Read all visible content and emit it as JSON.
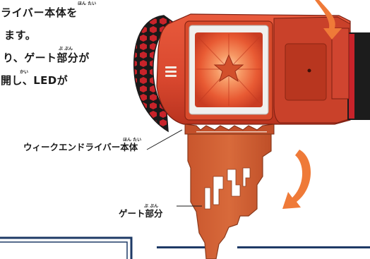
{
  "instructions": {
    "line1": "ライバー本体を",
    "line1_ruby": "ほん たい",
    "line2": "ます。",
    "line3": "り、ゲート部分が",
    "line3_ruby": "ぶ ぶん",
    "line4": "開し、LEDが",
    "line4_ruby": "かい"
  },
  "callouts": {
    "driver_body": "ウィークエンドライバー本体",
    "driver_body_ruby": "ほん たい",
    "gate_part": "ゲート部分",
    "gate_part_ruby": "ぶ ぶん"
  },
  "colors": {
    "device_red": "#d8472e",
    "device_dark_red": "#b22b1a",
    "panel_orange": "#e8623c",
    "arrow_orange": "#ef7a38",
    "navy": "#1e3a66",
    "black_hex": "#1c1c1c",
    "red_hex": "#c8232a"
  },
  "icons": {
    "rotate_arrow_top": "curved-arrow-down-icon",
    "rotate_arrow_side": "curved-arrow-down-icon",
    "menu_lines": "triple-line-icon"
  }
}
